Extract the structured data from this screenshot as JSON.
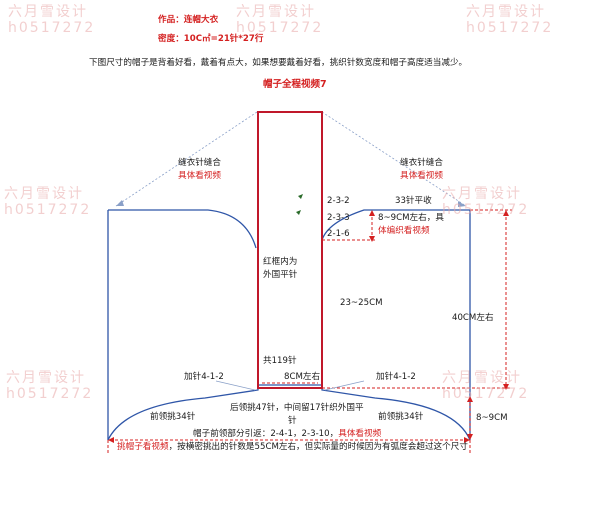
{
  "header": {
    "work_label": "作品：连帽大衣",
    "gauge_label": "密度：10C㎡=21针*27行",
    "description": "下图尺寸的帽子是背着好看，戴着有点大，如果想要戴着好看，挑织针数宽度和帽子高度适当减少。",
    "video_title": "帽子全程视频7"
  },
  "watermark": {
    "line1": "六月雪设计",
    "line2": "h0517272"
  },
  "annotations": {
    "seam_left": "缝衣针缝合",
    "seam_left_video": "具体看视频",
    "seam_right": "缝衣针缝合",
    "seam_right_video": "具体看视频",
    "dec_1": "2-3-2",
    "dec_2": "2-3-3",
    "dec_3": "2-1-6",
    "bind_off": "33针平收",
    "armhole_size": "8~9CM左右，具",
    "armhole_video": "体编织看视频",
    "red_frame_1": "红框内为",
    "red_frame_2": "外国平针",
    "width_range": "23~25CM",
    "height_total": "40CM左右",
    "stitch_total": "共119针",
    "center_width": "8CM左右",
    "inc_left": "加针4-1-2",
    "inc_right": "加针4-1-2",
    "back_neck_1": "后领挑47针，中间留17针织外国平",
    "back_neck_2": "针",
    "front_left": "前领挑34针",
    "front_right": "前领挑34针",
    "neck_height": "8~9CM",
    "front_rows": "帽子前领部分引返：2-4-1，2-3-10，",
    "front_rows_video": "具体看视频",
    "bottom_video": "挑帽子看视频",
    "bottom_note": "，按横密挑出的针数是55CM左右，但实际量的时候因为有弧度会超过这个尺寸"
  },
  "colors": {
    "outline_blue": "#2f56a8",
    "frame_red": "#c0182a",
    "dim_red": "#d42020",
    "watermark": "#e9a9a9"
  }
}
